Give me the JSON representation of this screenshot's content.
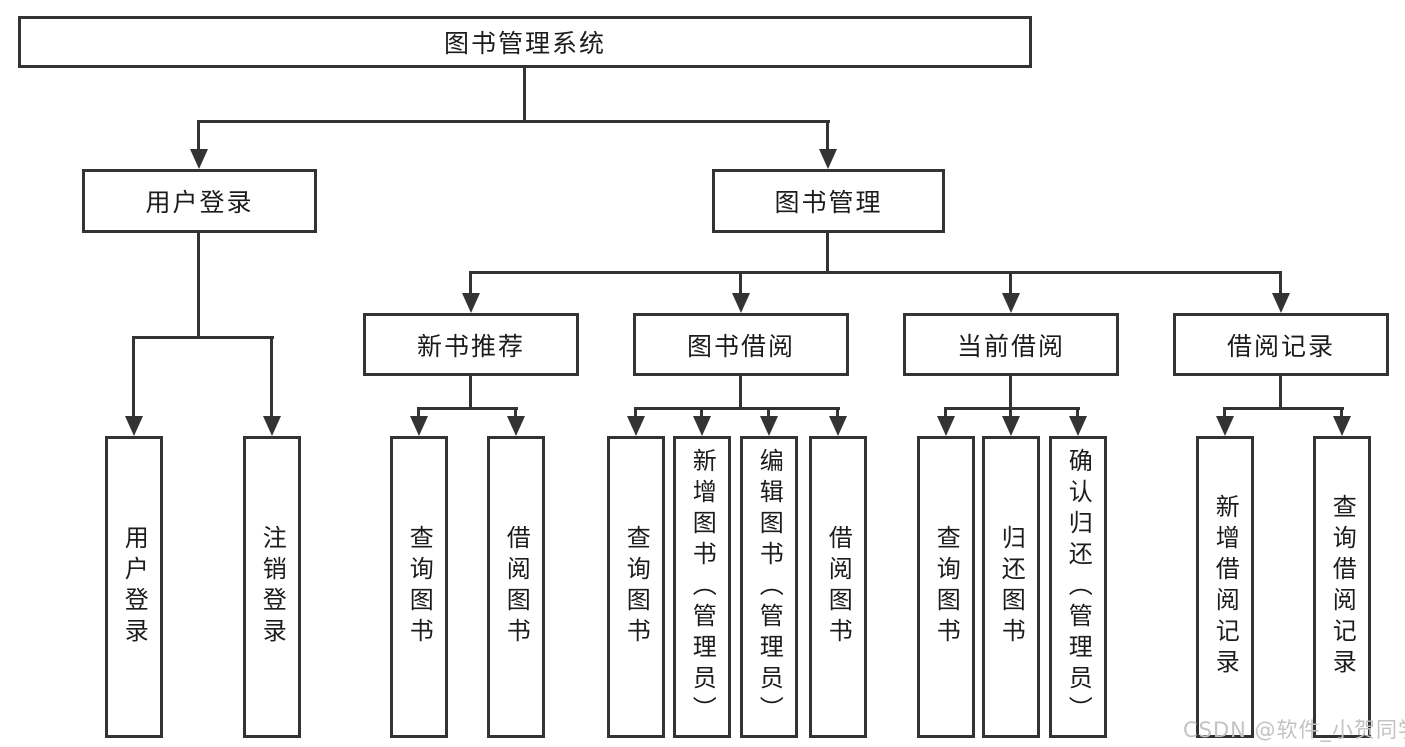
{
  "colors": {
    "line": "#333333",
    "text": "#1c1c1c",
    "box_fill": "#ffffff",
    "watermark": "#c3c3c3",
    "background": "#ffffff"
  },
  "watermark": {
    "text": "CSDN @软件_小贺同学"
  },
  "tree": {
    "root": {
      "label": "图书管理系统"
    },
    "children": [
      {
        "label": "用户登录",
        "children": [
          {
            "label": "用户登录"
          },
          {
            "label": "注销登录"
          }
        ]
      },
      {
        "label": "图书管理",
        "children": [
          {
            "label": "新书推荐",
            "children": [
              {
                "label": "查询图书"
              },
              {
                "label": "借阅图书"
              }
            ]
          },
          {
            "label": "图书借阅",
            "children": [
              {
                "label": "查询图书"
              },
              {
                "label": "新增图书（管理员）"
              },
              {
                "label": "编辑图书（管理员）"
              },
              {
                "label": "借阅图书"
              }
            ]
          },
          {
            "label": "当前借阅",
            "children": [
              {
                "label": "查询图书"
              },
              {
                "label": "归还图书"
              },
              {
                "label": "确认归还（管理员）"
              }
            ]
          },
          {
            "label": "借阅记录",
            "children": [
              {
                "label": "新增借阅记录"
              },
              {
                "label": "查询借阅记录"
              }
            ]
          }
        ]
      }
    ]
  }
}
